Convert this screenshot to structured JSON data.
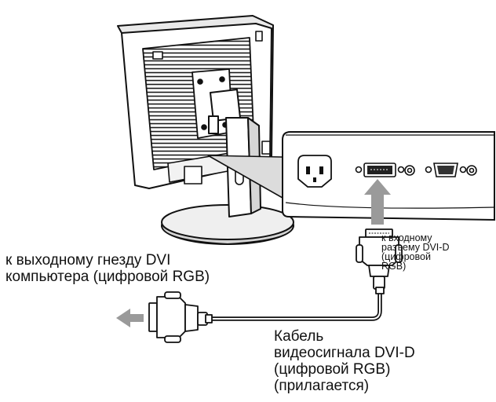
{
  "labels": {
    "input_connector": "к входному\nразъему DVI-D\n(цифровой\nRGB)",
    "computer_output": "к выходному гнезду DVI\nкомпьютера (цифровой RGB)",
    "cable": "Кабель\nвидеосигнала DVI-D\n(цифровой RGB)\n(прилагается)"
  },
  "colors": {
    "line": "#111111",
    "arrow": "#9a9a9a",
    "panel_shade": "#dcdcdc",
    "stand_shade": "#cfcfcf"
  },
  "icons": {
    "monitor": "lcd-monitor-rear-illustration",
    "panel": "connector-panel-callout",
    "power": "ac-inlet-icon",
    "dvi": "dvi-d-port-icon",
    "vga": "hd15-port-icon",
    "cable": "dvi-d-cable-illustration"
  }
}
